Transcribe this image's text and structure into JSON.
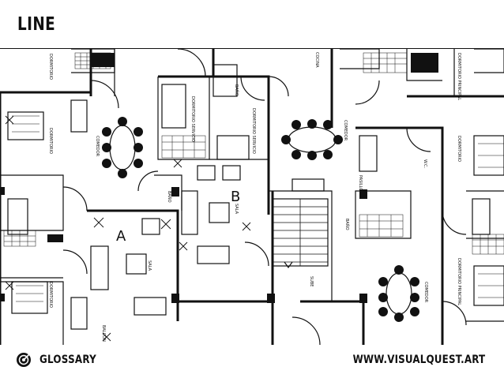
{
  "header": {
    "title": "LINE"
  },
  "plan": {
    "labels": {
      "dormitorio_top": "DORMITORIO",
      "dormitorio_left": "DORMITORIO",
      "dormitorio_bottom": "DORMITORIO",
      "dormitorio_servicio": "DORMITORIO SERVICIO",
      "dormitorio_servicio_2": "DORMITORIO SERVICIO",
      "dormitorio_principal_top": "DORMITORIO PRINCIPAL",
      "dormitorio_right": "DORMITORIO",
      "dormitorio_principal_bottom": "DORMITORIO PRINCIPAL",
      "comedor_left": "COMEDOR",
      "comedor_center": "COMEDOR",
      "comedor_right": "COMEDOR",
      "sala_a": "SALA",
      "sala_b": "SALA",
      "unit_a": "A",
      "unit_b": "B",
      "bano_1": "BAÑO",
      "bano_2": "BAÑO",
      "bano_3": "BAÑO",
      "sube": "SUBE",
      "cocina": "COCINA",
      "pasillo": "PASILLO",
      "wc": "W.C.",
      "balcon": "BALCON"
    }
  },
  "footer": {
    "glossary": "GLOSSARY",
    "url": "WWW.VISUALQUEST.ART"
  }
}
